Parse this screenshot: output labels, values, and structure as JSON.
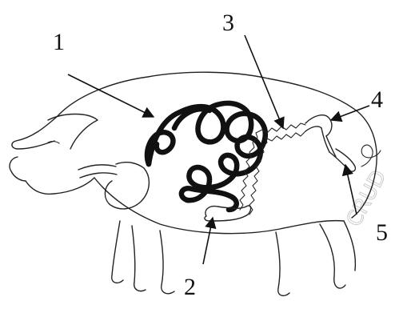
{
  "labels": [
    {
      "id": "1",
      "text": "1"
    },
    {
      "id": "2",
      "text": "2"
    },
    {
      "id": "3",
      "text": "3"
    },
    {
      "id": "4",
      "text": "4"
    },
    {
      "id": "5",
      "text": "5"
    }
  ],
  "watermark": "CRUD"
}
